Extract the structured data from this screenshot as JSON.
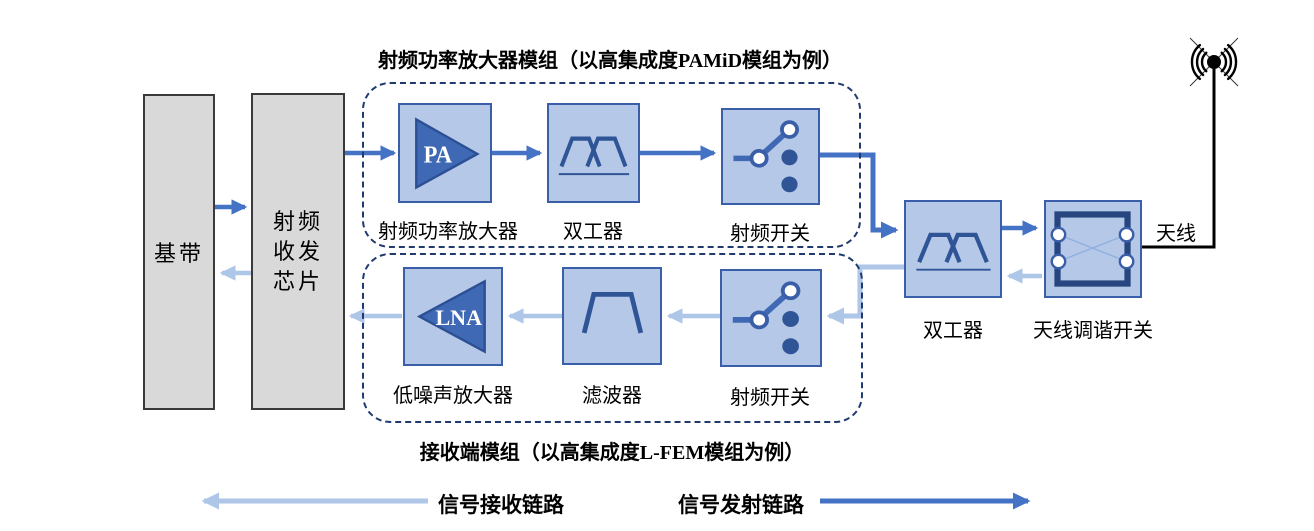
{
  "colors": {
    "transmit_arrow": "#4472c4",
    "receive_arrow": "#aec6e8",
    "component_fill": "#b6c8e8",
    "component_border": "#3a5fa8",
    "symbol_dark": "#2f5597",
    "dashed_border": "#203a70",
    "chip_fill": "#d9d9d9",
    "antenna_line": "#000000"
  },
  "left": {
    "baseband": "基带",
    "transceiver_line1": "射频",
    "transceiver_line2": "收发",
    "transceiver_line3": "芯片"
  },
  "pamid": {
    "title": "射频功率放大器模组（以高集成度PAMiD模组为例）",
    "pa_text": "PA",
    "pa_label": "射频功率放大器",
    "duplexer_label": "双工器",
    "switch_label": "射频开关"
  },
  "lfem": {
    "title": "接收端模组（以高集成度L-FEM模组为例）",
    "lna_text": "LNA",
    "lna_label": "低噪声放大器",
    "filter_label": "滤波器",
    "switch_label": "射频开关"
  },
  "right": {
    "duplexer_label": "双工器",
    "tuner_label": "天线调谐开关",
    "antenna_label": "天线"
  },
  "legend": {
    "receive": "信号接收链路",
    "transmit": "信号发射链路"
  }
}
